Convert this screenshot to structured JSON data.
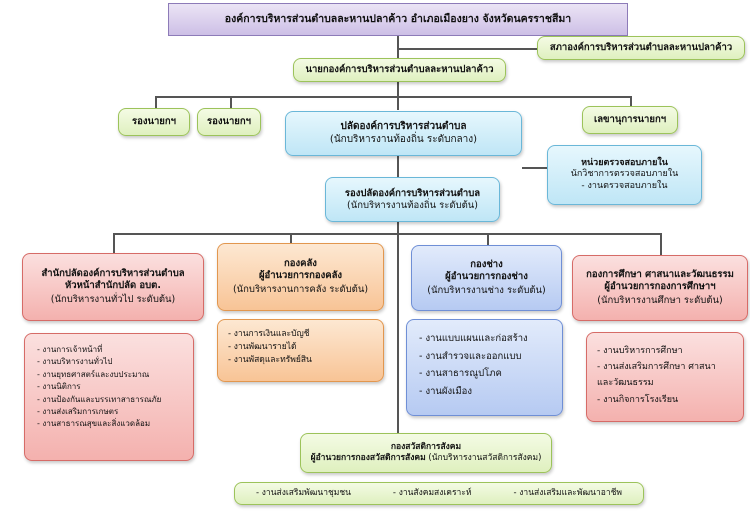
{
  "title": "องค์การบริหารส่วนตำบลละหานปลาค้าว  อำเภอเมืองยาง  จังหวัดนครราชสีมา",
  "council": "สภาองค์การบริหารส่วนตำบลละหานปลาค้าว",
  "mayor": "นายกองค์การบริหารส่วนตำบลละหานปลาค้าว",
  "deputy_mayor_1": "รองนายกฯ",
  "deputy_mayor_2": "รองนายกฯ",
  "secretary": "เลขานุการนายกฯ",
  "chief_admin": {
    "title": "ปลัดองค์การบริหารส่วนตำบล",
    "sub": "(นักบริหารงานท้องถิ่น ระดับกลาง)"
  },
  "internal_audit": {
    "title": "หน่วยตรวจสอบภายใน",
    "line1": "นักวิชาการตรวจสอบภายใน",
    "line2": "-     งานตรวจสอบภายใน"
  },
  "deputy_chief": {
    "title": "รองปลัดองค์การบริหารส่วนตำบล",
    "sub": "(นักบริหารงานท้องถิ่น ระดับต้น)"
  },
  "office": {
    "title1": "สำนักปลัดองค์การบริหารส่วนตำบล",
    "title2": "หัวหน้าสำนักปลัด อบต.",
    "sub": "(นักบริหารงานทั่วไป ระดับต้น)",
    "tasks": [
      "- งานการเจ้าหน้าที่",
      "- งานบริหารงานทั่วไป",
      "- งานยุทธศาสตร์และงบประมาณ",
      "- งานนิติการ",
      "- งานป้องกันและบรรเทาสาธารณภัย",
      "- งานส่งเสริมการเกษตร",
      "- งานสาธารณสุขและสิ่งแวดล้อม"
    ]
  },
  "finance": {
    "title1": "กองคลัง",
    "title2": "ผู้อำนวยการกองคลัง",
    "sub": "(นักบริหารงานการคลัง ระดับต้น)",
    "tasks": [
      "- งานการเงินและบัญชี",
      "- งานพัฒนารายได้",
      "- งานพัสดุและทรัพย์สิน"
    ]
  },
  "engineering": {
    "title1": "กองช่าง",
    "title2": "ผู้อำนวยการกองช่าง",
    "sub": "(นักบริหารงานช่าง ระดับต้น)",
    "tasks": [
      "- งานแบบแผนและก่อสร้าง",
      "-  งานสำรวจและออกแบบ",
      "- งานสาธารณูปโภค",
      "- งานผังเมือง"
    ]
  },
  "education": {
    "title1": "กองการศึกษา ศาสนาและวัฒนธรรม",
    "title2": "ผู้อำนวยการกองการศึกษาฯ",
    "sub": "(นักบริหารงานศึกษา ระดับต้น)",
    "tasks": [
      "- งานบริหารการศึกษา",
      "- งานส่งเสริมการศึกษา ศาสนา",
      "และวัฒนธรรม",
      "-  งานกิจการโรงเรียน"
    ]
  },
  "welfare": {
    "title1": "กองสวัสดิการสังคม",
    "title2": "ผู้อำนวยการกองสวัสดิการสังคม",
    "sub": "(นักบริหารงานสวัสดิการสังคม)",
    "tasks": [
      "- งานส่งเสริมพัฒนาชุมชน",
      "- งานสังคมสงเคราะห์",
      "- งานส่งเสริมและพัฒนาอาชีพ"
    ]
  }
}
